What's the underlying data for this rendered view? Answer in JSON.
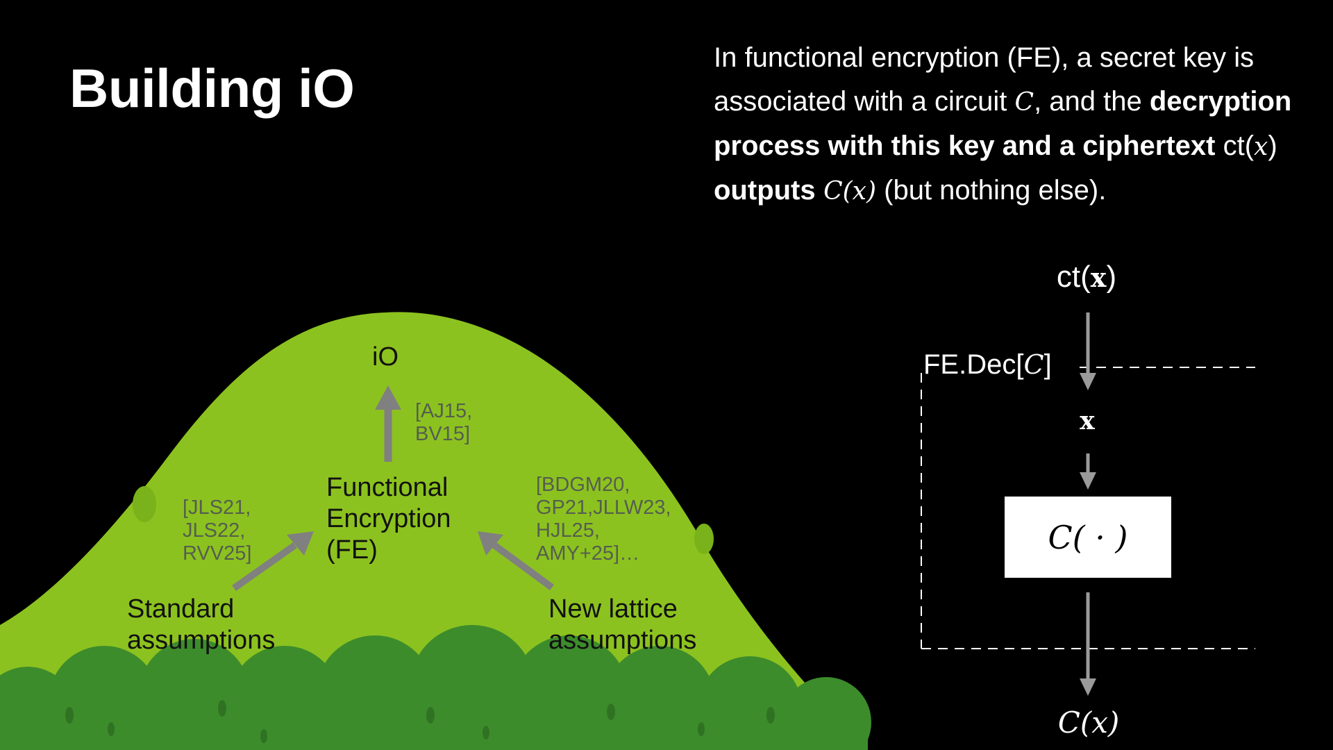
{
  "slide": {
    "title": "Building iO",
    "description": {
      "p1": "In functional encryption (FE), a secret key is associated with a circuit ",
      "c_var": "C",
      "p2": ", and the ",
      "b1": "decryption process with this key and a ciphertext",
      "ct_pre": " ct(",
      "x_var": "x",
      "ct_post": ") ",
      "b2": "outputs",
      "cx": " C(x)",
      "p3": " (but nothing else)."
    }
  },
  "hill": {
    "top_label": "iO",
    "top_cite": "[AJ15,\nBV15]",
    "center_line1": "Functional",
    "center_line2": "Encryption",
    "center_line3": "(FE)",
    "left_cite": "[JLS21,\nJLS22,\nRVV25]",
    "left_line1": "Standard",
    "left_line2": "assumptions",
    "right_cite": "[BDGM20,\nGP21,JLLW23,\nHJL25,\nAMY+25]…",
    "right_line1": "New lattice",
    "right_line2": "assumptions"
  },
  "diagram": {
    "ct_prefix": "ct(",
    "ct_var": "x",
    "ct_suffix": ")",
    "box_label_prefix": "FE.Dec[",
    "box_label_var": "C",
    "box_label_suffix": "]",
    "inner_var": "x",
    "circuit": "C( · )",
    "output": "C(x)"
  },
  "colors": {
    "background": "#000000",
    "hill_green": "#8cc21f",
    "bush_green": "#3d8c2c",
    "arrow_gray": "#808080"
  }
}
